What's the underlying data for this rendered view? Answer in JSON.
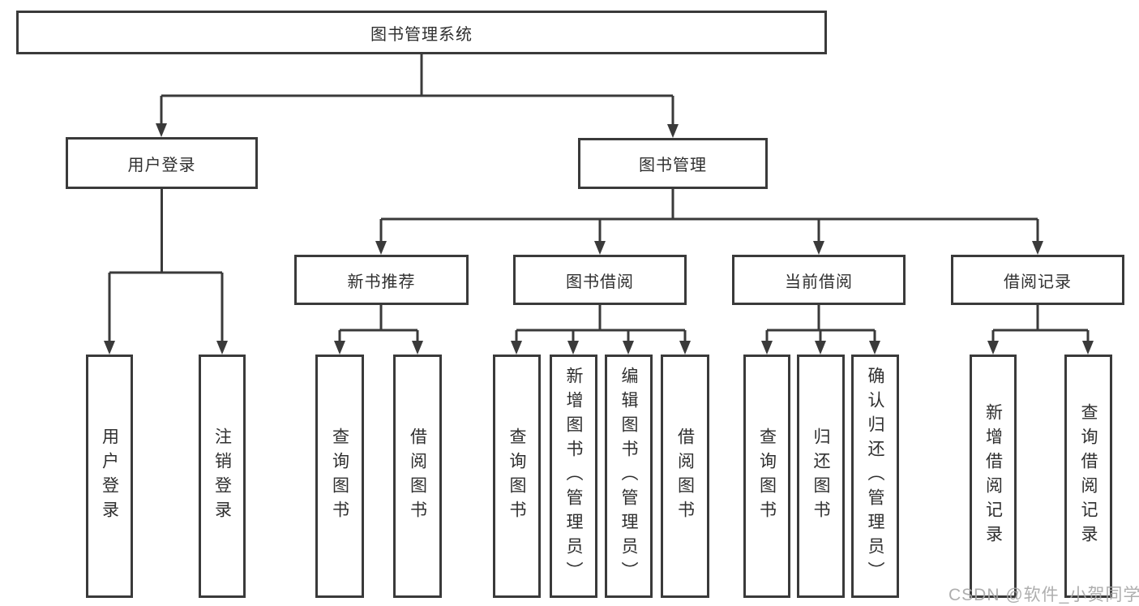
{
  "tree": {
    "root": "图书管理系统",
    "branches": [
      {
        "label": "用户登录",
        "children": [
          "用户登录",
          "注销登录"
        ]
      },
      {
        "label": "图书管理",
        "groups": [
          {
            "label": "新书推荐",
            "children": [
              "查询图书",
              "借阅图书"
            ]
          },
          {
            "label": "图书借阅",
            "children": [
              "查询图书",
              "新增图书（管理员）",
              "编辑图书（管理员）",
              "借阅图书"
            ]
          },
          {
            "label": "当前借阅",
            "children": [
              "查询图书",
              "归还图书",
              "确认归还（管理员）"
            ]
          },
          {
            "label": "借阅记录",
            "children": [
              "新增借阅记录",
              "查询借阅记录"
            ]
          }
        ]
      }
    ]
  },
  "watermark": {
    "text": "CSDN @软件_小贺同学"
  },
  "colors": {
    "line": "#3a3a3a",
    "text": "#2f2f2f",
    "watermark": "#a6a6a6"
  }
}
